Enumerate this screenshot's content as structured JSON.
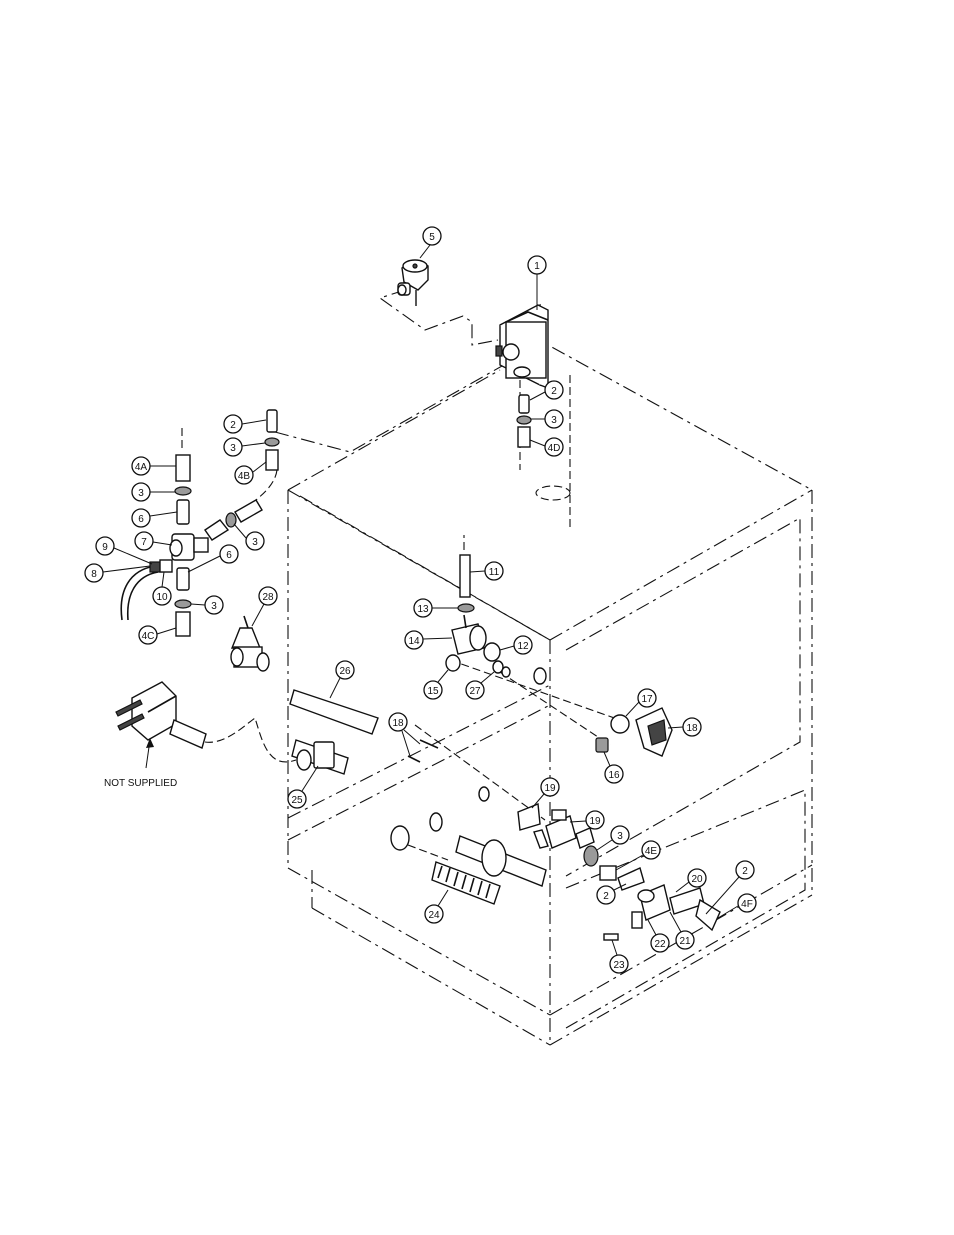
{
  "diagram": {
    "note_not_supplied": "NOT SUPPLIED",
    "callouts": [
      {
        "label": "5"
      },
      {
        "label": "1"
      },
      {
        "label": "2"
      },
      {
        "label": "3"
      },
      {
        "label": "4D"
      },
      {
        "label": "2"
      },
      {
        "label": "3"
      },
      {
        "label": "4B"
      },
      {
        "label": "4A"
      },
      {
        "label": "3"
      },
      {
        "label": "6"
      },
      {
        "label": "3"
      },
      {
        "label": "7"
      },
      {
        "label": "9"
      },
      {
        "label": "6"
      },
      {
        "label": "8"
      },
      {
        "label": "10"
      },
      {
        "label": "3"
      },
      {
        "label": "4C"
      },
      {
        "label": "28"
      },
      {
        "label": "11"
      },
      {
        "label": "13"
      },
      {
        "label": "14"
      },
      {
        "label": "12"
      },
      {
        "label": "15"
      },
      {
        "label": "27"
      },
      {
        "label": "26"
      },
      {
        "label": "17"
      },
      {
        "label": "18"
      },
      {
        "label": "18"
      },
      {
        "label": "16"
      },
      {
        "label": "25"
      },
      {
        "label": "19"
      },
      {
        "label": "19"
      },
      {
        "label": "3"
      },
      {
        "label": "4E"
      },
      {
        "label": "2"
      },
      {
        "label": "20"
      },
      {
        "label": "2"
      },
      {
        "label": "4F"
      },
      {
        "label": "24"
      },
      {
        "label": "22"
      },
      {
        "label": "21"
      },
      {
        "label": "23"
      }
    ]
  }
}
